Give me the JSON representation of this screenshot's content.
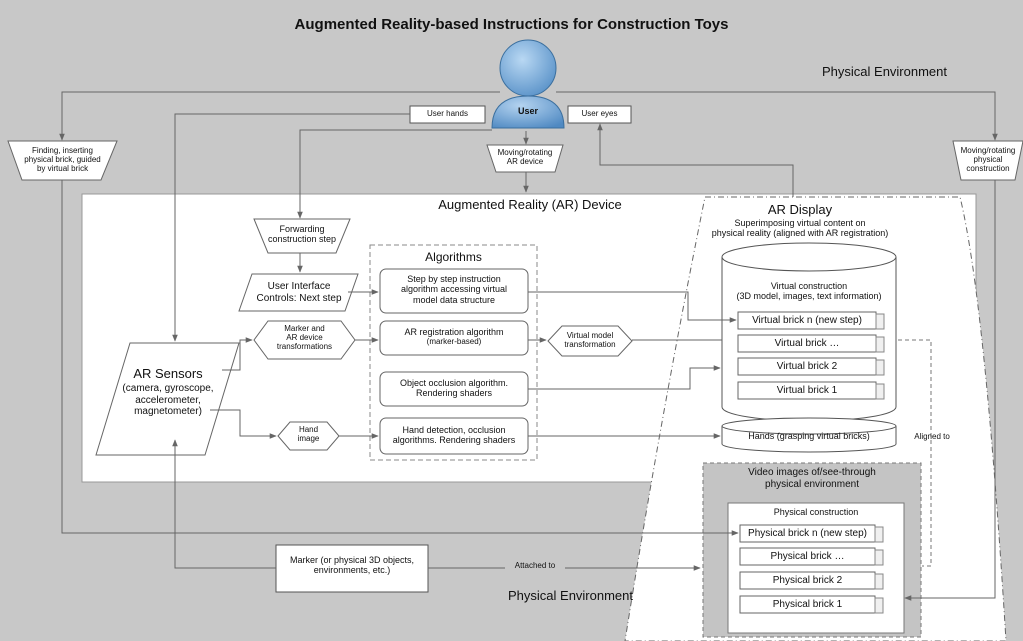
{
  "title": "Augmented Reality-based Instructions for Construction Toys",
  "env_top_label": "Physical Environment",
  "env_bottom_label": "Physical Environment",
  "user": {
    "label": "User",
    "hands": "User hands",
    "eyes": "User eyes"
  },
  "actions": {
    "finding": [
      "Finding, inserting",
      "physical brick, guided",
      "by virtual brick"
    ],
    "moving_device": [
      "Moving/rotating",
      "AR device"
    ],
    "moving_construction": [
      "Moving/rotating",
      "physical",
      "construction"
    ],
    "forwarding": [
      "Forwarding",
      "construction step"
    ]
  },
  "device": {
    "title": "Augmented Reality (AR) Device"
  },
  "ui_controls": [
    "User Interface",
    "Controls: Next step"
  ],
  "sensors": {
    "title": "AR Sensors",
    "lines": [
      "(camera, gyroscope,",
      "accelerometer,",
      "magnetometer)"
    ]
  },
  "marker_transform": [
    "Marker and",
    "AR device",
    "transformations"
  ],
  "hand_image": [
    "Hand",
    "image"
  ],
  "algorithms": {
    "title": "Algorithms",
    "items": [
      [
        "Step by step instruction",
        "algorithm accessing virtual",
        "model data structure"
      ],
      [
        "AR registration algorithm",
        "(marker-based)"
      ],
      [
        "Object occlusion algorithm.",
        "Rendering shaders"
      ],
      [
        "Hand detection, occlusion",
        "algorithms. Rendering shaders"
      ]
    ]
  },
  "virtual_model_transform": [
    "Virtual model",
    "transformation"
  ],
  "ar_display": {
    "title": "AR Display",
    "subtitle": [
      "Superimposing virtual content on",
      "physical reality (aligned with AR registration)"
    ]
  },
  "virtual_construction": {
    "title": [
      "Virtual construction",
      "(3D model, images, text information)"
    ],
    "bricks": [
      "Virtual brick n (new step)",
      "Virtual brick …",
      "Virtual brick 2",
      "Virtual brick 1"
    ]
  },
  "hands_cylinder": "Hands (grasping virtual bricks)",
  "aligned_to": "Aligned to",
  "video": {
    "title": [
      "Video images of/see-through",
      "physical environment"
    ]
  },
  "physical_construction": {
    "title": "Physical construction",
    "bricks": [
      "Physical brick n (new step)",
      "Physical brick …",
      "Physical brick 2",
      "Physical brick 1"
    ]
  },
  "marker_box": [
    "Marker (or physical 3D objects,",
    "environments, etc.)"
  ],
  "attached_to": "Attached to"
}
